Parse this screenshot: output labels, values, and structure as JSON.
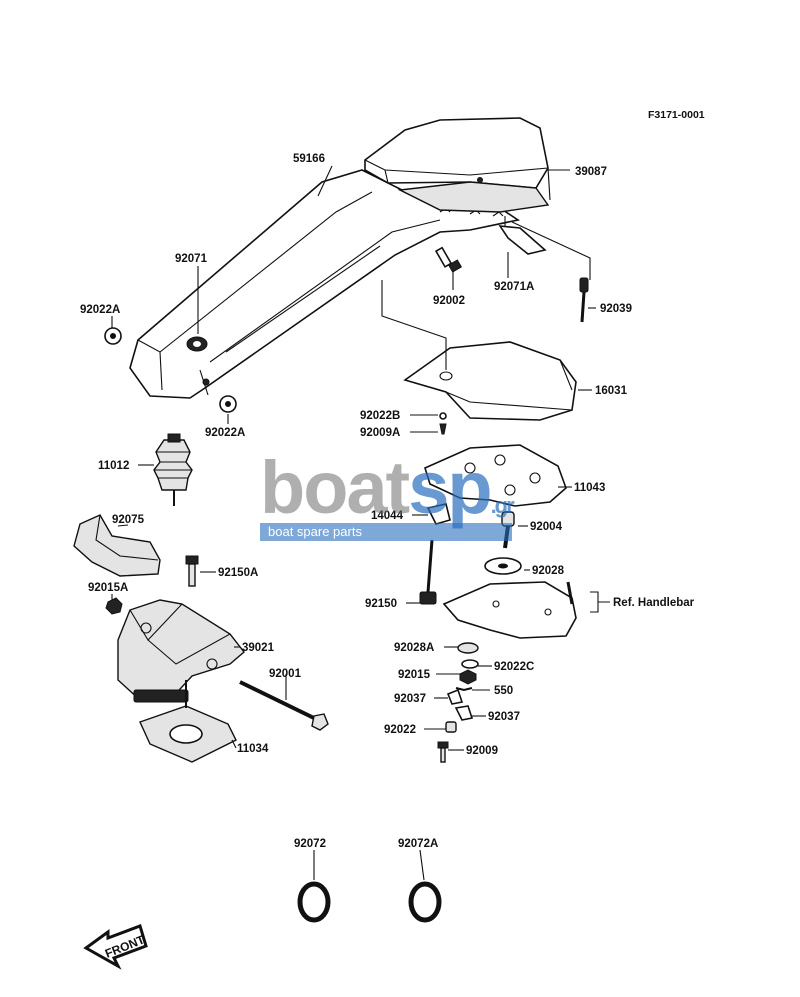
{
  "diagram": {
    "figure_code": "F3171-0001",
    "front_label": "FRONT",
    "parts": [
      {
        "id": "59166"
      },
      {
        "id": "39087"
      },
      {
        "id": "92071"
      },
      {
        "id": "92022A"
      },
      {
        "id": "92002"
      },
      {
        "id": "92071A"
      },
      {
        "id": "92039"
      },
      {
        "id": "16031"
      },
      {
        "id": "92022A"
      },
      {
        "id": "92022B"
      },
      {
        "id": "92009A"
      },
      {
        "id": "11012"
      },
      {
        "id": "11043"
      },
      {
        "id": "92075"
      },
      {
        "id": "14044"
      },
      {
        "id": "92004"
      },
      {
        "id": "92150A"
      },
      {
        "id": "92028"
      },
      {
        "id": "92015A"
      },
      {
        "id": "92150"
      },
      {
        "id": "Ref. Handlebar"
      },
      {
        "id": "39021"
      },
      {
        "id": "92028A"
      },
      {
        "id": "92001"
      },
      {
        "id": "92015"
      },
      {
        "id": "92022C"
      },
      {
        "id": "550"
      },
      {
        "id": "92037"
      },
      {
        "id": "92037"
      },
      {
        "id": "92022"
      },
      {
        "id": "11034"
      },
      {
        "id": "92009"
      },
      {
        "id": "92072"
      },
      {
        "id": "92072A"
      }
    ]
  },
  "watermark": {
    "brand_gray": "boat",
    "brand_blue": "sp",
    "suffix": ".gr",
    "tagline": "boat spare parts",
    "color_gray": "#6e6e6e",
    "color_blue": "#286ebe"
  }
}
